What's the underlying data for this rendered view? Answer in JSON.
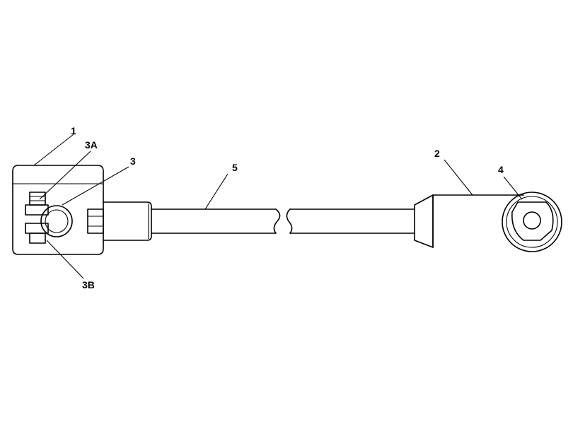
{
  "callouts": {
    "c1": "1",
    "c2": "2",
    "c3": "3",
    "c3a": "3A",
    "c3b": "3B",
    "c4": "4",
    "c5": "5"
  }
}
